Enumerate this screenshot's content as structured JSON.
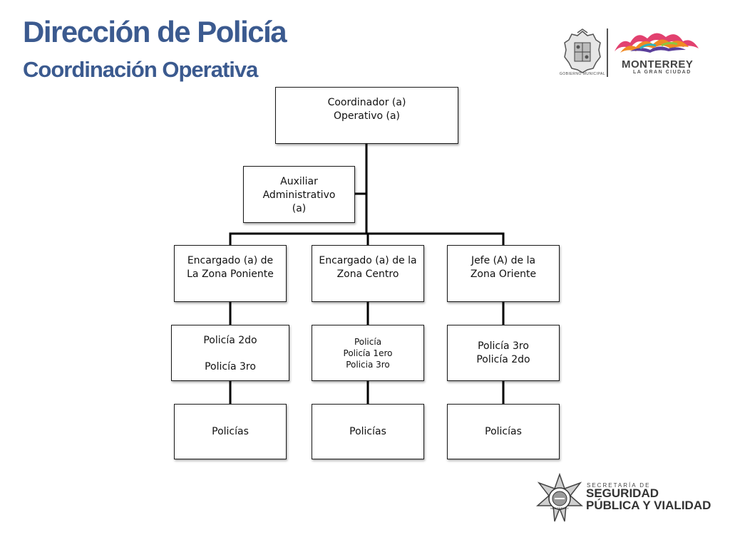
{
  "header": {
    "title": "Dirección de Policía",
    "subtitle": "Coordinación Operativa"
  },
  "colors": {
    "title": "#3b5a8f",
    "box_border": "#1a1a1a",
    "connector": "#000000"
  },
  "logos": {
    "gobierno_caption": "GOBIERNO MUNICIPAL",
    "monterrey_name": "MONTERREY",
    "monterrey_tagline": "LA GRAN CIUDAD",
    "secretaria_small": "SECRETARÍA DE",
    "secretaria_line1": "SEGURIDAD",
    "secretaria_line2": "PÚBLICA Y VIALIDAD",
    "badge_text": "MONTERREY"
  },
  "org": {
    "root": {
      "lines": [
        "Coordinador (a)",
        "Operativo (a)"
      ]
    },
    "assistant": {
      "lines": [
        "Auxiliar",
        "Administrativo",
        "(a)"
      ]
    },
    "zones": [
      {
        "head": {
          "lines": [
            "Encargado (a) de",
            "La Zona Poniente"
          ]
        },
        "ranks": {
          "lines": [
            "Policía 2do",
            "Policía 3ro"
          ]
        },
        "staff": {
          "lines": [
            "Policías"
          ]
        }
      },
      {
        "head": {
          "lines": [
            "Encargado (a) de la",
            "Zona Centro"
          ]
        },
        "ranks": {
          "lines": [
            "Policía",
            "Policía 1ero",
            "Policia 3ro"
          ]
        },
        "staff": {
          "lines": [
            "Policías"
          ]
        }
      },
      {
        "head": {
          "lines": [
            "Jefe (A) de la",
            "Zona Oriente"
          ]
        },
        "ranks": {
          "lines": [
            "Policía 3ro",
            "Policía 2do"
          ]
        },
        "staff": {
          "lines": [
            "Policías"
          ]
        }
      }
    ]
  }
}
